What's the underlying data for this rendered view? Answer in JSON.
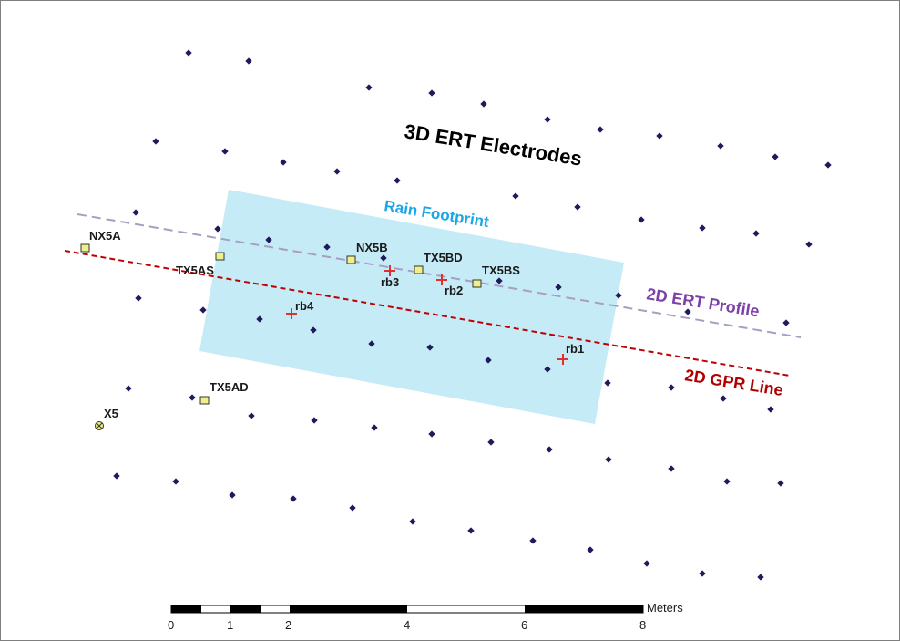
{
  "map": {
    "title": "3D ERT Electrodes",
    "rain_footprint_label": "Rain Footprint",
    "ert_profile_label": "2D ERT Profile",
    "gpr_line_label": "2D GPR Line"
  },
  "colors": {
    "electrode": "#1f1a5c",
    "rain_fill": "#c5ebf7",
    "rain_label": "#1aa7e6",
    "ert_line": "#a89ec4",
    "ert_label": "#7d3fa8",
    "gpr_line": "#c00000",
    "gpr_label": "#b00000",
    "marker_fill": "#f0f08a",
    "rb_marker": "#e03030"
  },
  "stations": [
    {
      "label": "NX5A"
    },
    {
      "label": "TX5AS"
    },
    {
      "label": "NX5B"
    },
    {
      "label": "TX5BD"
    },
    {
      "label": "TX5BS"
    },
    {
      "label": "TX5AD"
    },
    {
      "label": "X5"
    }
  ],
  "rain_bucket_labels": [
    "rb1",
    "rb2",
    "rb3",
    "rb4"
  ],
  "scale_bar": {
    "unit": "Meters",
    "tick_labels": [
      "0",
      "1",
      "2",
      "4",
      "6",
      "8"
    ]
  }
}
